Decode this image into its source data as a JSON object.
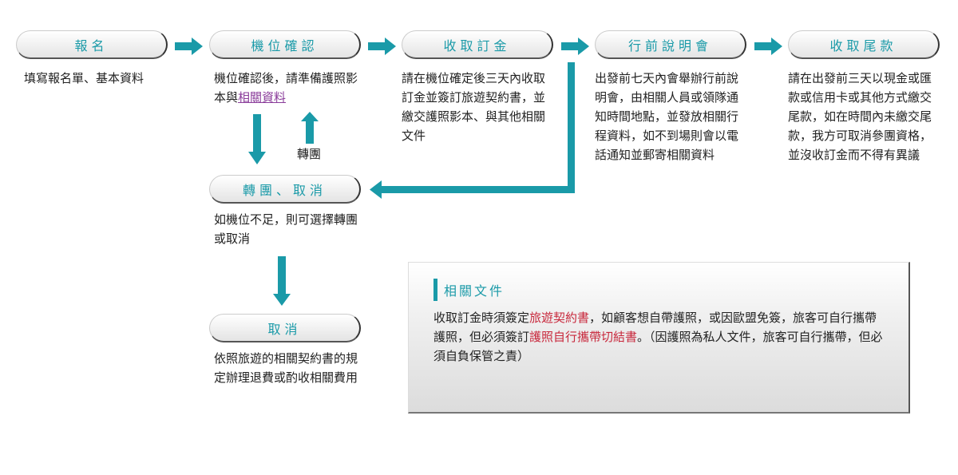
{
  "steps": [
    {
      "title": "報名",
      "desc": "填寫報名單、基本資料"
    },
    {
      "title": "機位確認",
      "desc_pre": "機位確認後，請準備護照影本與",
      "desc_link": "相關資料"
    },
    {
      "title": "收取訂金",
      "desc": "請在機位確定後三天內收取訂金並簽訂旅遊契約書，並繳交護照影本、與其他相關文件"
    },
    {
      "title": "行前說明會",
      "desc": "出發前七天內會舉辦行前說明會，由相關人員或領隊通知時間地點，並發放相關行程資料，如不到場則會以電話通知並郵寄相關資料"
    },
    {
      "title": "收取尾款",
      "desc": "請在出發前三天以現金或匯款或信用卡或其他方式繳交尾款，如在時間內未繳交尾款，我方可取消參團資格，並沒收訂金而不得有異議"
    }
  ],
  "transfer_label": "轉團",
  "transfer_cancel": {
    "title": "轉團、取消",
    "desc": "如機位不足，則可選擇轉團或取消"
  },
  "cancel": {
    "title": "取消",
    "desc": "依照旅遊的相關契約書的規定辦理退費或酌收相關費用"
  },
  "docs": {
    "title": "相關文件",
    "p1": "收取訂金時須簽定",
    "r1": "旅遊契約書",
    "p2": "，如顧客想自帶護照，或因歐盟免簽，旅客可自行攜帶護照，但必須簽訂",
    "r2": "護照自行攜帶切結書",
    "p3": "。（因護照為私人文件，旅客可自行攜帶，但必須自負保管之責）"
  },
  "colors": {
    "accent": "#1a9aa8",
    "link": "#8a3c9a",
    "highlight": "#c8283c"
  }
}
